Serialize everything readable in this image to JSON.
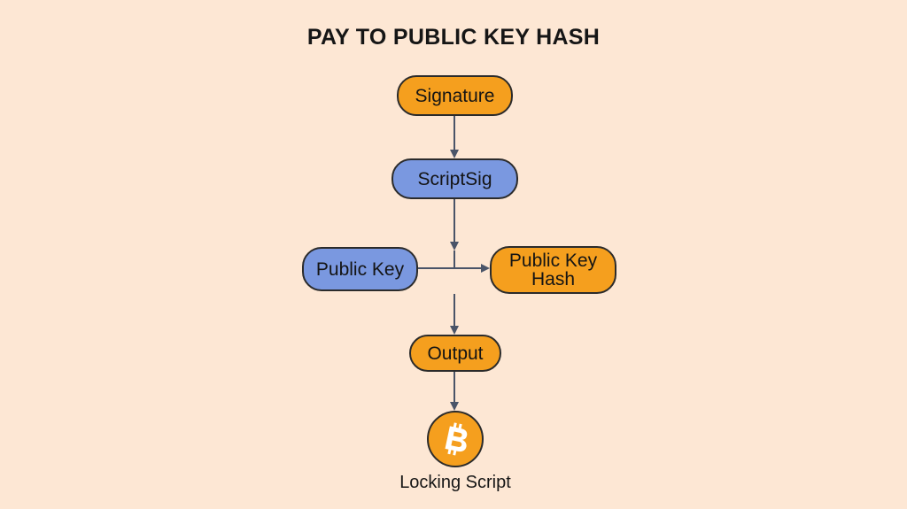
{
  "title": "PAY TO PUBLIC KEY HASH",
  "nodes": {
    "signature": "Signature",
    "scriptsig": "ScriptSig",
    "public_key": "Public Key",
    "public_key_hash": "Public Key\nHash",
    "output": "Output"
  },
  "locking_script": {
    "icon": "bitcoin-icon",
    "label": "Locking Script"
  },
  "colors": {
    "background": "#fde7d4",
    "orange_node": "#f59f1e",
    "blue_node": "#7a98e0",
    "arrow": "#4a5468"
  }
}
